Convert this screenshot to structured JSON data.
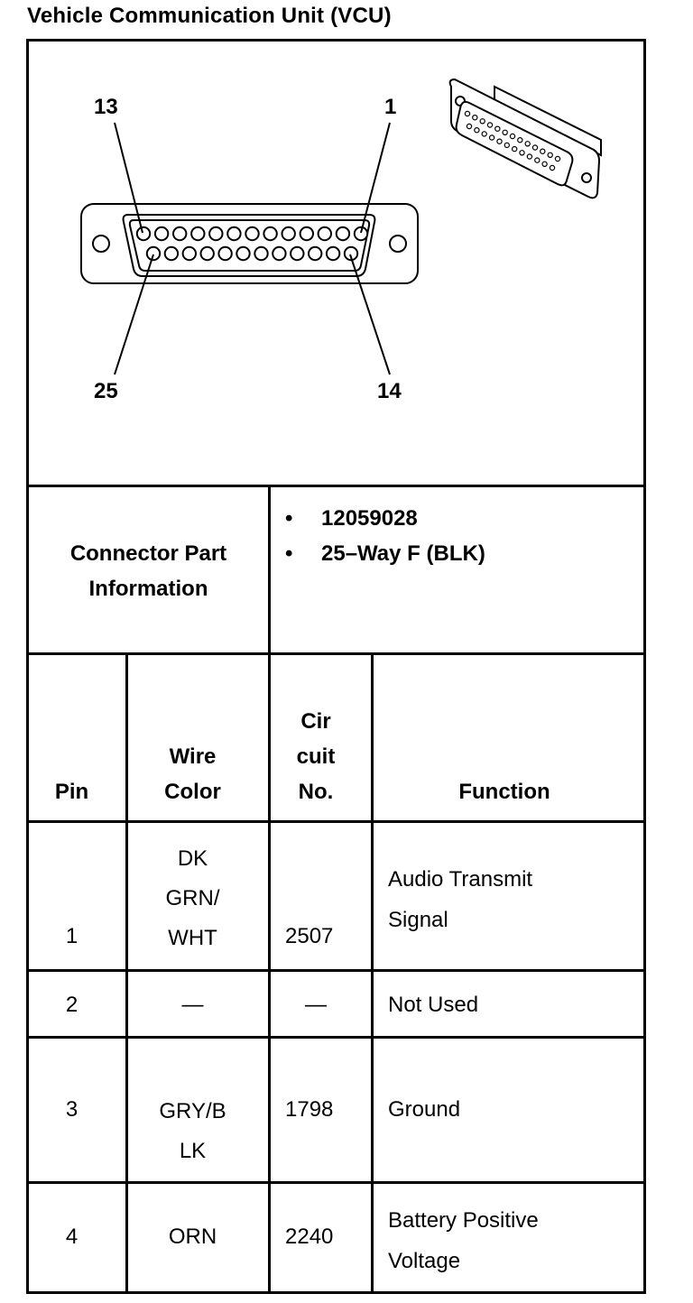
{
  "title": "Vehicle Communication Unit (VCU)",
  "diagram": {
    "pin_labels": {
      "top_left": "13",
      "top_right": "1",
      "bottom_left": "25",
      "bottom_right": "14"
    }
  },
  "connector_info": {
    "label_line1": "Connector Part",
    "label_line2": "Information",
    "bullets": [
      "12059028",
      "25–Way F (BLK)"
    ],
    "bullet_glyph": "•"
  },
  "table": {
    "headers": {
      "pin": "Pin",
      "wire_color_1": "Wire",
      "wire_color_2": "Color",
      "circuit_1": "Cir",
      "circuit_2": "cuit",
      "circuit_3": "No.",
      "function": "Function"
    },
    "rows": [
      {
        "pin": "1",
        "wire": [
          "DK",
          "GRN/",
          "WHT"
        ],
        "circuit": "2507",
        "function": [
          "Audio Transmit",
          "Signal"
        ]
      },
      {
        "pin": "2",
        "wire": [
          "—"
        ],
        "circuit": "—",
        "function": [
          "Not Used"
        ]
      },
      {
        "pin": "3",
        "wire": [
          "GRY/B",
          "LK"
        ],
        "circuit": "1798",
        "function": [
          "Ground"
        ]
      },
      {
        "pin": "4",
        "wire": [
          "ORN"
        ],
        "circuit": "2240",
        "function": [
          "Battery Positive",
          "Voltage"
        ]
      }
    ]
  }
}
